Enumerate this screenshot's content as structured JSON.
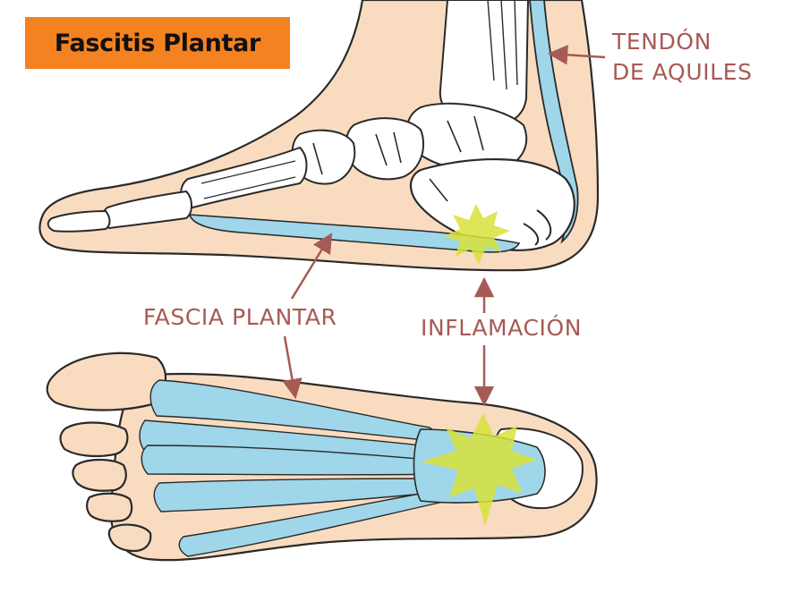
{
  "title": "Fascitis Plantar",
  "labels": {
    "achilles_line1": "TENDÓN",
    "achilles_line2": "DE AQUILES",
    "fascia": "FASCIA PLANTAR",
    "inflammation": "INFLAMACIÓN"
  },
  "colors": {
    "title_bg": "#f58220",
    "skin": "#f9dcc0",
    "fascia": "#9fd6ea",
    "inflammation": "#d8e23a",
    "label": "#a65a55",
    "outline": "#2a2a2a",
    "bone": "#ffffff"
  }
}
